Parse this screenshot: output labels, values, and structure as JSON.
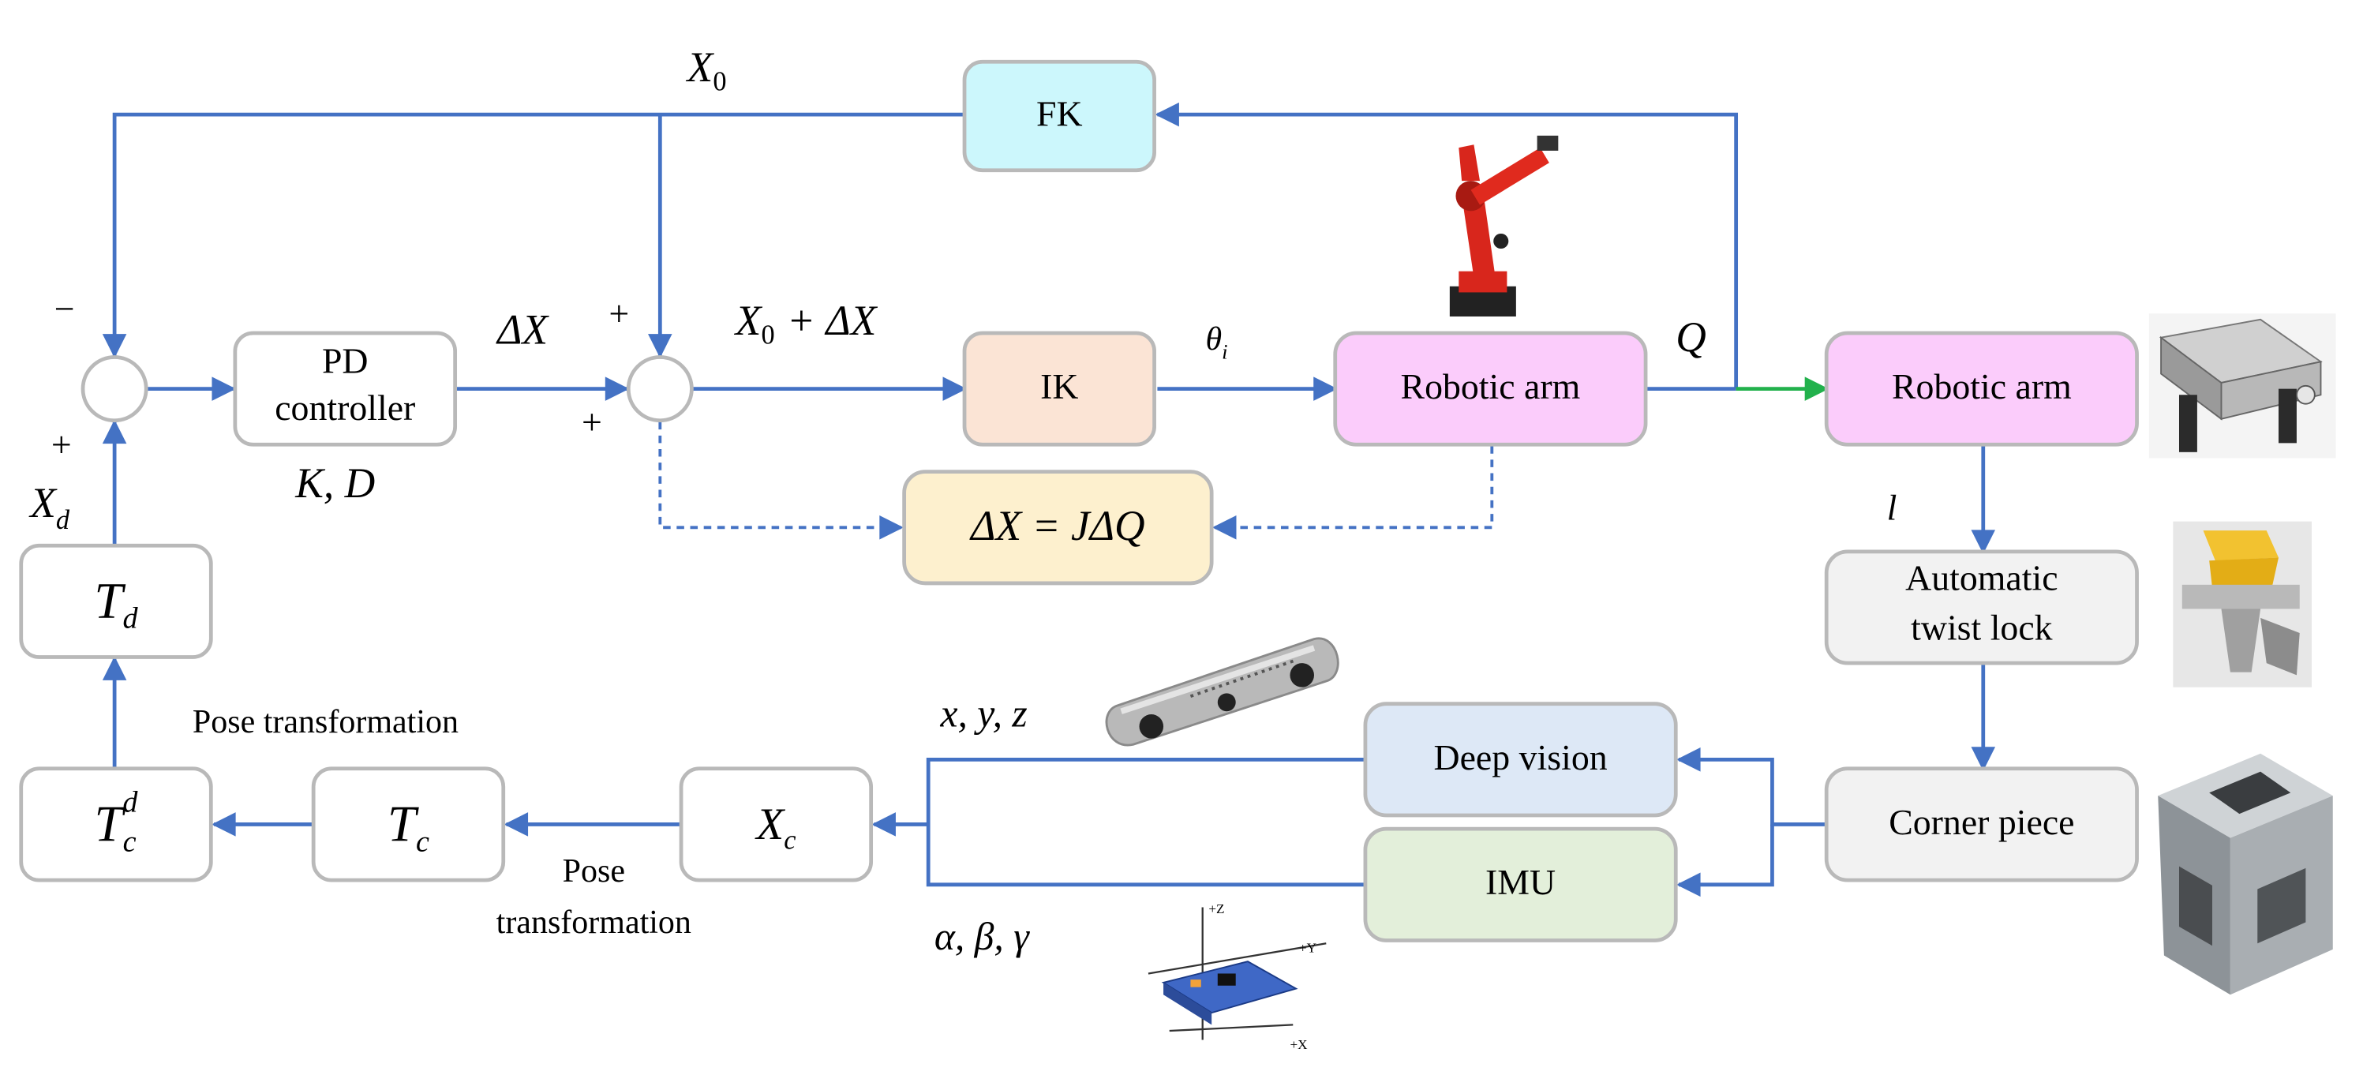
{
  "colors": {
    "wire": "#4472c4",
    "wire_green": "#22b14c",
    "fk_fill": "#ccf7fc",
    "ik_fill": "#fbe4d5",
    "robotic_arm_fill": "#fbccfb",
    "jacobian_fill": "#fdf0ce",
    "deep_vision_fill": "#dde8f6",
    "imu_fill": "#e3efda",
    "neutral_fill": "#f2f2f2",
    "plain_fill": "#ffffff"
  },
  "blocks": {
    "fk": "FK",
    "ik": "IK",
    "pd_line1": "PD",
    "pd_line2": "controller",
    "pd_params": "K, D",
    "robotic_arm_1": "Robotic arm",
    "robotic_arm_2": "Robotic arm",
    "jacobian_lhs": "ΔX",
    "jacobian_rhs": "= JΔQ",
    "twist_lock_line1": "Automatic",
    "twist_lock_line2": "twist lock",
    "corner_piece": "Corner piece",
    "deep_vision": "Deep vision",
    "imu": "IMU",
    "td_base": "T",
    "td_sub": "d",
    "tcd_base": "T",
    "tcd_sub": "c",
    "tcd_sup": "d",
    "tc_base": "T",
    "tc_sub": "c",
    "xc_base": "X",
    "xc_sub": "c"
  },
  "signals": {
    "x0_base": "X",
    "x0_sub": "0",
    "delta_x": "ΔX",
    "x0_plus_dx_base": "X",
    "x0_plus_dx_sub": "0",
    "x0_plus_dx_rest": "+ ΔX",
    "theta_i_base": "θ",
    "theta_i_sub": "i",
    "q": "Q",
    "l": "l",
    "xd_base": "X",
    "xd_sub": "d",
    "xyz": "x, y, z",
    "angles": "α, β, γ",
    "minus": "−",
    "plus_sum1": "+",
    "plus_sum2_top": "+",
    "plus_sum2_left": "+"
  },
  "labels": {
    "pose_transformation_top": "Pose transformation",
    "pose_transformation_bottom_line1": "Pose",
    "pose_transformation_bottom_line2": "transformation"
  },
  "images": {
    "robot_arm": "robot-arm-image",
    "gripper": "gripper-image",
    "twist_lock": "twist-lock-image",
    "depth_camera": "depth-camera-image",
    "imu_sensor": "imu-sensor-image",
    "corner_casting": "corner-casting-image"
  }
}
